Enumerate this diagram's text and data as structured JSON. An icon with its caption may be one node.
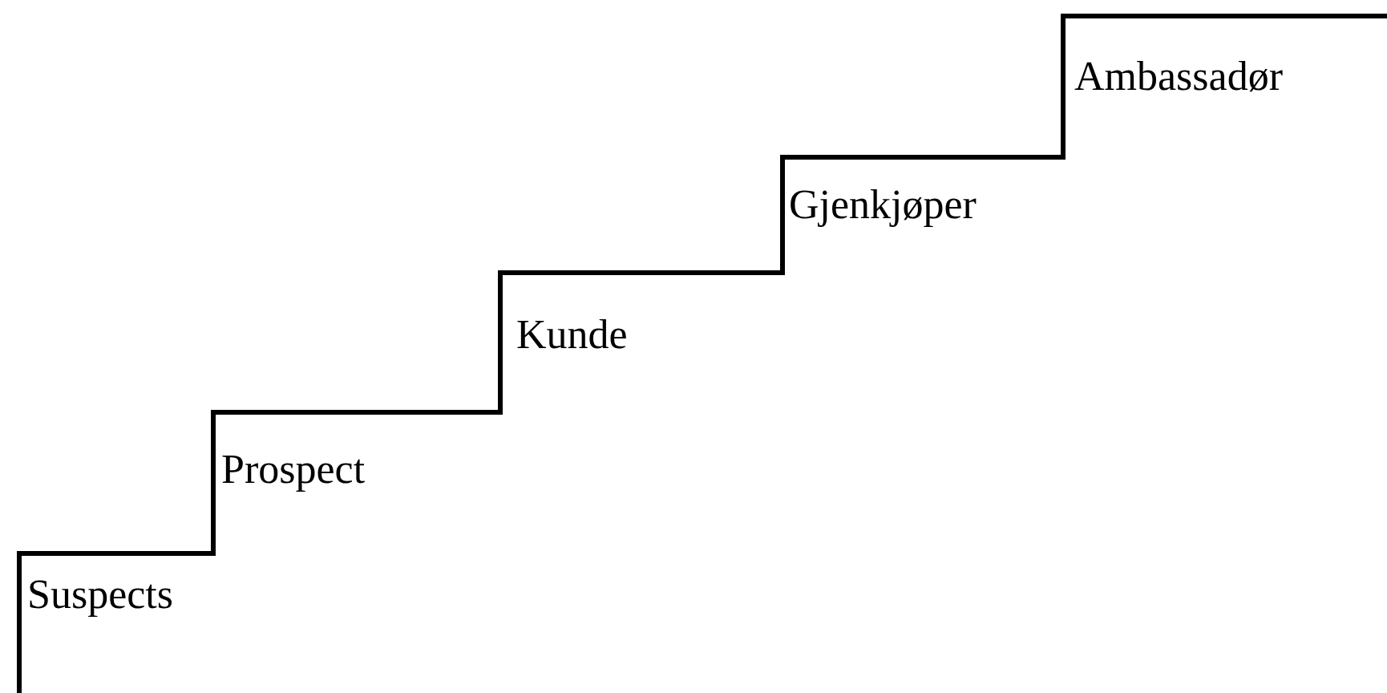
{
  "diagram": {
    "labels": [
      "Suspects",
      "Prospect",
      "Kunde",
      "Gjenkjøper",
      "Ambassadør"
    ]
  }
}
